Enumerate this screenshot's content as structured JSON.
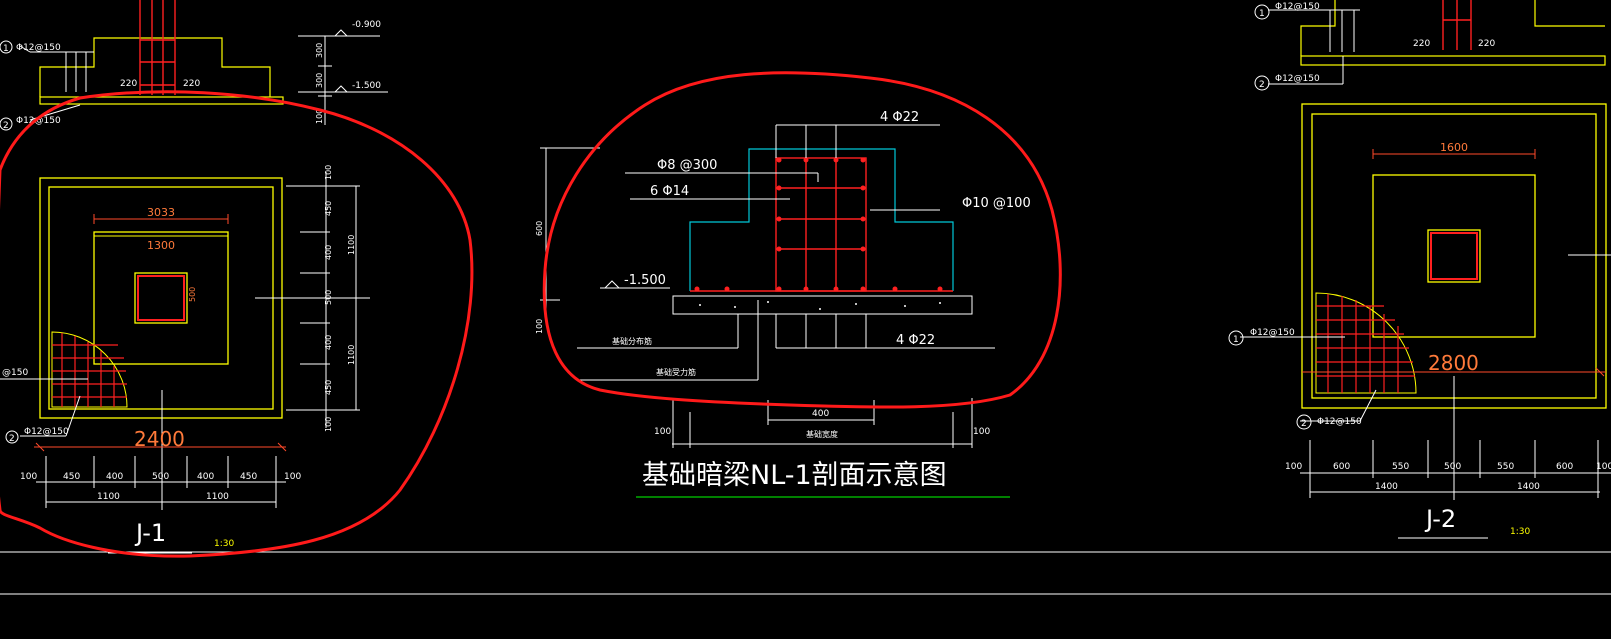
{
  "colors": {
    "background": "#000000",
    "outline": "#ffff00",
    "rebar": "#ff2020",
    "dimension": "#ffffff",
    "markup": "#ff1a1a",
    "title_underline": "#00cc00",
    "beam_outline": "#00c8d8"
  },
  "detail_j1": {
    "level_top": "-0.900",
    "level_bottom": "-1.500",
    "dim_300_a": "300",
    "dim_300_b": "300",
    "dim_100_top": "100",
    "rebar_call_top": "Φ12@150",
    "rebar_call_bottom": "Φ12@150",
    "rebar_call_side": "@150",
    "rebar_call_foot": "Φ12@150",
    "marker_1": "1",
    "marker_2": "2",
    "col_220_left": "220",
    "col_220_right": "220",
    "inner_3033": "3033",
    "inner_1300": "1300",
    "column_dim": "500",
    "overall_width": "2400",
    "right_dims": [
      "100",
      "450",
      "400",
      "500",
      "400",
      "450",
      "100"
    ],
    "right_total_1100_a": "1100",
    "right_total_1100_b": "1100",
    "bottom_dims": [
      "100",
      "450",
      "400",
      "500",
      "400",
      "450",
      "100"
    ],
    "bottom_total_a": "1100",
    "bottom_total_b": "1100",
    "label": "J-1",
    "scale": "1:30"
  },
  "beam_section": {
    "top_bars": "4 Φ22",
    "stirrup": "Φ8 @300",
    "side_bars": "6 Φ14",
    "side_stirrup": "Φ10 @100",
    "bottom_bars": "4 Φ22",
    "level": "-1.500",
    "height_600": "600",
    "height_100": "100",
    "dist_bar": "基础分布筋",
    "main_bar": "基础受力筋",
    "width_400": "400",
    "base_width": "基础宽度",
    "side_100_left": "100",
    "side_100_right": "100",
    "title": "基础暗梁NL-1剖面示意图"
  },
  "detail_j2": {
    "marker_1": "1",
    "marker_2": "2",
    "rebar_call_top": "Φ12@150",
    "rebar_call_mid": "Φ12@150",
    "rebar_call_side": "Φ12@150",
    "rebar_call_foot": "Φ12@150",
    "col_220_left": "220",
    "col_220_right": "220",
    "inner_1600": "1600",
    "overall_width": "2800",
    "bottom_dims": [
      "100",
      "600",
      "550",
      "500",
      "550",
      "600",
      "100"
    ],
    "bottom_total_a": "1400",
    "bottom_total_b": "1400",
    "label": "J-2",
    "scale": "1:30"
  }
}
